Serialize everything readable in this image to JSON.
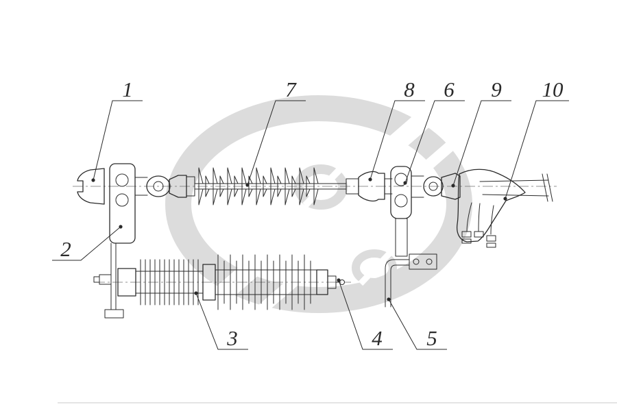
{
  "colors": {
    "line": "#2a2a2a",
    "watermark": "#dcdcdc",
    "page-rule": "#c9c9c9",
    "background": "#ffffff"
  },
  "drawing": {
    "callouts": [
      {
        "label": "1"
      },
      {
        "label": "2"
      },
      {
        "label": "3"
      },
      {
        "label": "4"
      },
      {
        "label": "5"
      },
      {
        "label": "6"
      },
      {
        "label": "7"
      },
      {
        "label": "8"
      },
      {
        "label": "9"
      },
      {
        "label": "10"
      }
    ]
  }
}
